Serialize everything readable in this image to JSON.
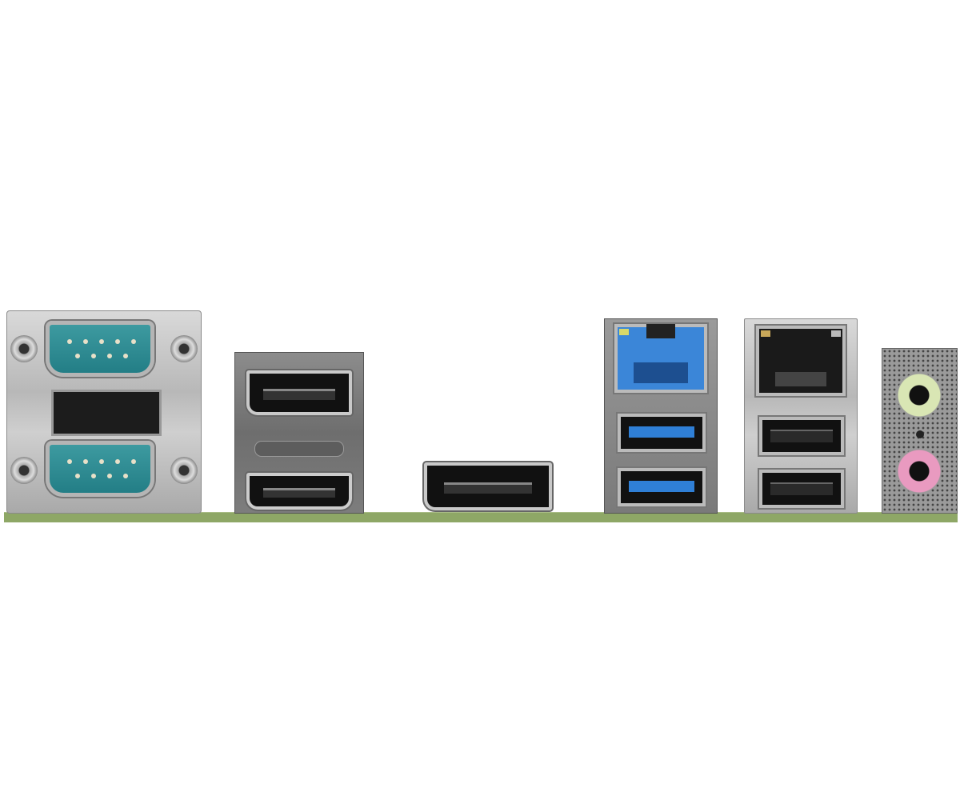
{
  "scene": {
    "subject": "motherboard-rear-io-panel",
    "colors": {
      "background": "#ffffff",
      "pcb": "#8ea766",
      "serial_connector": "#2f8c93",
      "usb3_blue": "#2f7fd6",
      "lan_blue": "#3b86d8",
      "audio_line_in": "#d9e6b4",
      "audio_mic": "#e99ac0"
    },
    "ports": [
      {
        "name": "serial-com-port",
        "count": 2
      },
      {
        "name": "displayport",
        "count": 2
      },
      {
        "name": "hdmi-port",
        "count": 1
      },
      {
        "name": "rj45-lan-port",
        "count": 2
      },
      {
        "name": "usb-port",
        "count": 4
      },
      {
        "name": "audio-jack",
        "count": 2
      }
    ]
  }
}
